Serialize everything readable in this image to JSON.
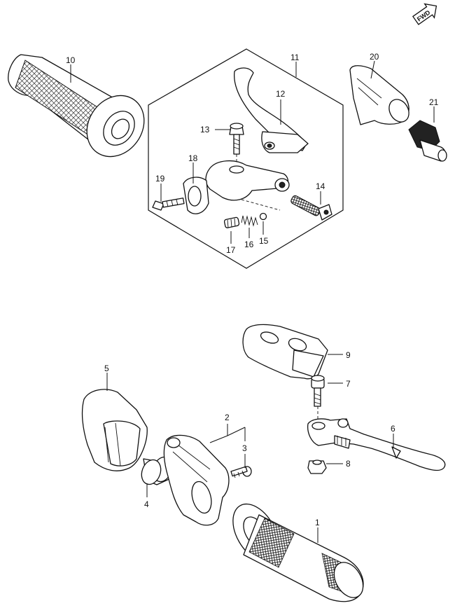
{
  "fwd_badge": "FWD",
  "parts": [
    {
      "id": "p1",
      "label": "1"
    },
    {
      "id": "p2",
      "label": "2"
    },
    {
      "id": "p3",
      "label": "3"
    },
    {
      "id": "p4",
      "label": "4"
    },
    {
      "id": "p5",
      "label": "5"
    },
    {
      "id": "p6",
      "label": "6"
    },
    {
      "id": "p7",
      "label": "7"
    },
    {
      "id": "p8",
      "label": "8"
    },
    {
      "id": "p9",
      "label": "9"
    },
    {
      "id": "p10",
      "label": "10"
    },
    {
      "id": "p11",
      "label": "11"
    },
    {
      "id": "p12",
      "label": "12"
    },
    {
      "id": "p13",
      "label": "13"
    },
    {
      "id": "p14",
      "label": "14"
    },
    {
      "id": "p15",
      "label": "15"
    },
    {
      "id": "p16",
      "label": "16"
    },
    {
      "id": "p17",
      "label": "17"
    },
    {
      "id": "p18",
      "label": "18"
    },
    {
      "id": "p19",
      "label": "19"
    },
    {
      "id": "p20",
      "label": "20"
    },
    {
      "id": "p21",
      "label": "21"
    }
  ]
}
